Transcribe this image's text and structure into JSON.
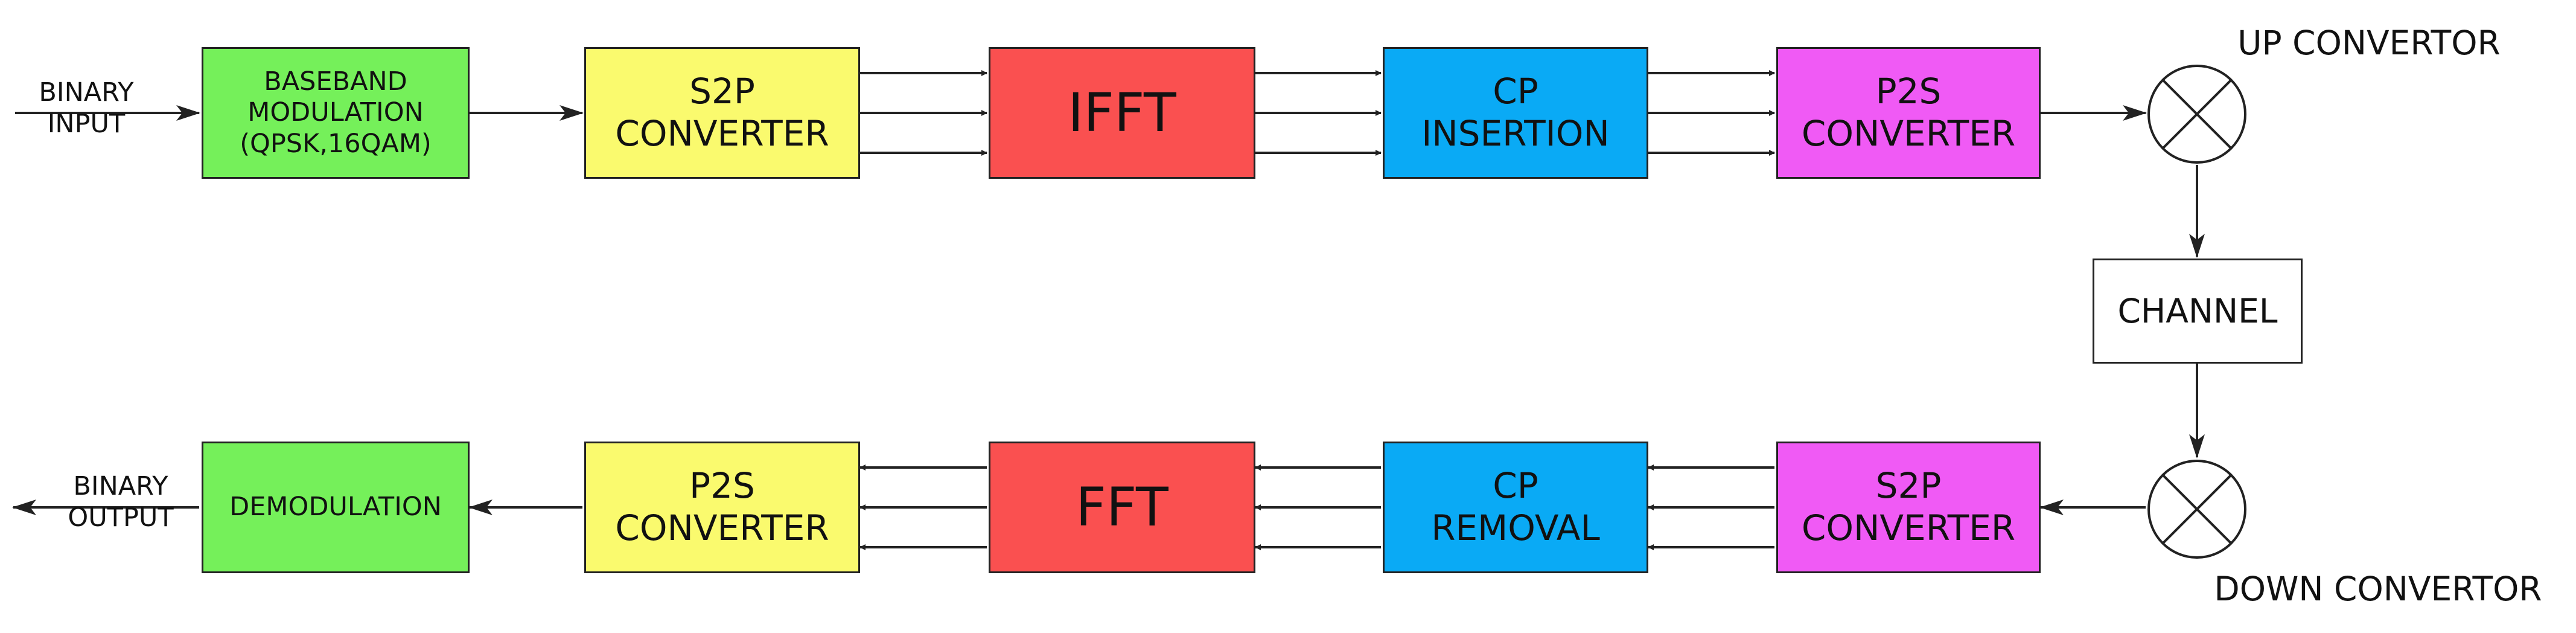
{
  "colors": {
    "green": "#75f05a",
    "yellow": "#fafa6e",
    "red": "#fa5050",
    "blue": "#0aaaf5",
    "magenta": "#f05af5",
    "line": "#222222"
  },
  "io": {
    "binary_input": "BINARY\nINPUT",
    "binary_output": "BINARY\nOUTPUT"
  },
  "transmitter": {
    "baseband": "BASEBAND\nMODULATION\n(QPSK,16QAM)",
    "s2p": "S2P\nCONVERTER",
    "ifft": "IFFT",
    "cp_insertion": "CP\nINSERTION",
    "p2s": "P2S\nCONVERTER"
  },
  "channel": {
    "up_convertor": "UP CONVERTOR",
    "mixer_up_icon": "mixer-icon",
    "channel": "CHANNEL",
    "mixer_down_icon": "mixer-icon",
    "down_convertor": "DOWN CONVERTOR"
  },
  "receiver": {
    "s2p": "S2P\nCONVERTER",
    "cp_removal": "CP\nREMOVAL",
    "fft": "FFT",
    "p2s": "P2S\nCONVERTER",
    "demodulation": "DEMODULATION"
  }
}
